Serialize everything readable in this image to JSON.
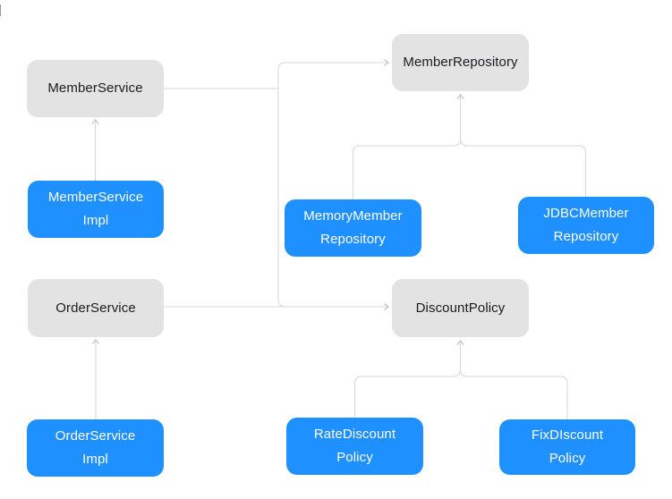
{
  "diagram": {
    "type": "class-dependency-diagram",
    "colors": {
      "interface_fill": "#e3e3e4",
      "interface_text": "#1c1c1e",
      "implementation_fill": "#1e90ff",
      "implementation_text": "#ffffff",
      "connector": "#d7d7d9",
      "arrowhead": "#c3c3c5",
      "background": "#ffffff"
    },
    "nodes": {
      "member_service": {
        "variant": "gray",
        "lines": [
          "MemberService"
        ]
      },
      "member_repository": {
        "variant": "gray",
        "lines": [
          "MemberRepository"
        ]
      },
      "member_service_impl": {
        "variant": "blue",
        "lines": [
          "MemberService",
          "Impl"
        ]
      },
      "memory_member_repository": {
        "variant": "blue",
        "lines": [
          "MemoryMember",
          "Repository"
        ]
      },
      "jdbc_member_repository": {
        "variant": "blue",
        "lines": [
          "JDBCMember",
          "Repository"
        ]
      },
      "order_service": {
        "variant": "gray",
        "lines": [
          "OrderService"
        ]
      },
      "discount_policy": {
        "variant": "gray",
        "lines": [
          "DiscountPolicy"
        ]
      },
      "order_service_impl": {
        "variant": "blue",
        "lines": [
          "OrderService",
          "Impl"
        ]
      },
      "rate_discount_policy": {
        "variant": "blue",
        "lines": [
          "RateDiscount",
          "Policy"
        ]
      },
      "fix_discount_policy": {
        "variant": "blue",
        "lines": [
          "FixDIscount",
          "Policy"
        ]
      }
    },
    "edges": [
      {
        "from": "MemberServiceImpl",
        "to": "MemberService",
        "style": "arrow-up"
      },
      {
        "from": "MemberService",
        "to": "MemberRepository",
        "style": "arrow-right"
      },
      {
        "from": "MemoryMemberRepository",
        "to": "MemberRepository",
        "style": "arrow-up"
      },
      {
        "from": "JDBCMemberRepository",
        "to": "MemberRepository",
        "style": "arrow-up"
      },
      {
        "from": "OrderServiceImpl",
        "to": "OrderService",
        "style": "arrow-up"
      },
      {
        "from": "OrderService",
        "to": "DiscountPolicy",
        "style": "arrow-right"
      },
      {
        "from": "RateDiscountPolicy",
        "to": "DiscountPolicy",
        "style": "arrow-up"
      },
      {
        "from": "FixDIscountPolicy",
        "to": "DiscountPolicy",
        "style": "arrow-up"
      }
    ]
  }
}
